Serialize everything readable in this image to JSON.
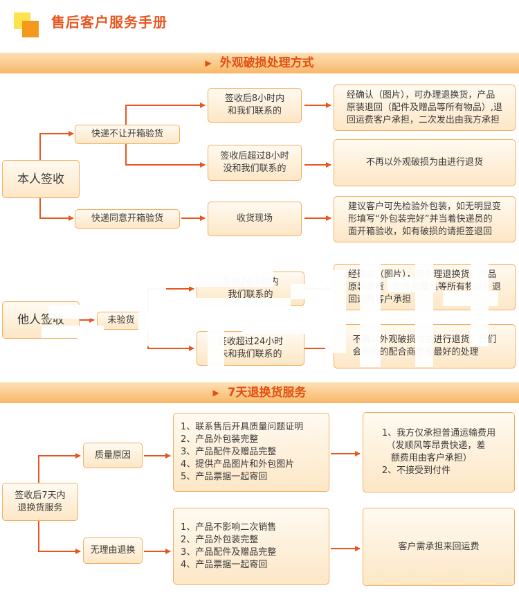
{
  "header": {
    "title": "售后客户服务手册"
  },
  "section1": {
    "title": "外观破损处理方式",
    "root": "本人签收",
    "branch_a": "快递不让开箱验货",
    "branch_b": "快递同意开箱验货",
    "cond_a1": "签收后8小时内\n和我们联系的",
    "cond_a2": "签收后超过8小时\n没和我们联系的",
    "cond_b1": "收货现场",
    "res_a1": "经确认（图片），可办理退换货，产品\n原装退回（配件及赠品等所有物品）,退\n回运费客户承担，二次发出由我方承担",
    "res_a2": "不再以外观破损为由进行退货",
    "res_b1": "建议客户可先检验外包装，如无明显变\n形填写“外包装完好”并当着快递员的\n面开箱验收，如有破损的请拒签退回"
  },
  "section2": {
    "root": "他人签收",
    "branch": "未验货",
    "cond1": "签收24小时内\n我们联系的",
    "cond2": "签收超过24小时\n未和我们联系的",
    "res1": "经确认（图片），可办理退换货，产品\n原装退货（配件及赠品等所有物品）退\n回运费客户承担",
    "res2": "不再以外观破损为由进行退货，我们\n会积极的配合商家做最好的处理"
  },
  "section3": {
    "title": "7天退换货服务",
    "root": "签收后7天内\n退换货服务",
    "branch_a": "质量原因",
    "branch_b": "无理由退换",
    "cond_a": "1、联系售后开具质量问题证明\n2、产品外包装完整\n3、产品配件及赠品完整\n4、提供产品图片和外包图片\n5、产品票据一起寄回",
    "cond_b": "1、产品不影响二次销售\n2、产品外包装完整\n3、产品配件及赠品完整\n4、产品票据一起寄回",
    "res_a": "1、我方仅承担普通运输费用\n　（发顺风等昂贵快递，差\n　额费用由客户承担）\n2、不接受到付件",
    "res_b": "客户需承担来回运费"
  },
  "colors": {
    "accent": "#e8561f",
    "band": "#f8b768",
    "box_border": "#f3ad62",
    "line": "#e8561f"
  }
}
